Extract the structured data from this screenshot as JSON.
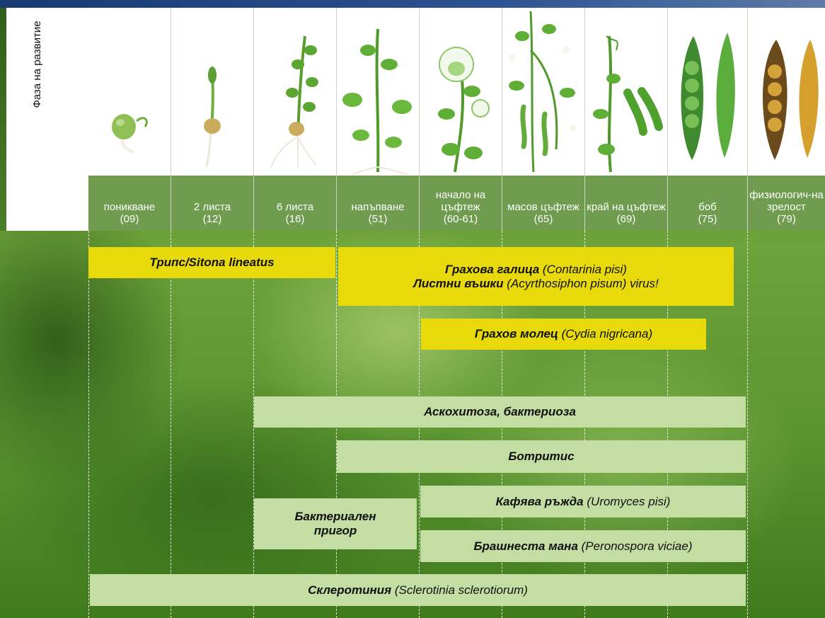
{
  "row_title": "Фаза на развитие",
  "stages": [
    {
      "name": "поникване",
      "code": "(09)"
    },
    {
      "name": "2 листа",
      "code": "(12)"
    },
    {
      "name": "6 листа",
      "code": "(16)"
    },
    {
      "name": "напъпване",
      "code": "(51)"
    },
    {
      "name": "начало на цъфтеж",
      "code": "(60-61)"
    },
    {
      "name": "масов цъфтеж",
      "code": "(65)"
    },
    {
      "name": "край на цъфтеж",
      "code": "(69)"
    },
    {
      "name": "боб",
      "code": "(75)"
    },
    {
      "name": "физиологич-на зрелост",
      "code": "(79)"
    }
  ],
  "pests": {
    "thrips": {
      "bold": "Трипс/Sitona lineatus"
    },
    "pea_midge": {
      "bold": "Грахова галица",
      "normal": "(Contarinia pisi)"
    },
    "aphids": {
      "bold": "Листни въшки",
      "normal": "(Acyrthosiphon pisum) virus!"
    },
    "pea_moth": {
      "bold": "Грахов молец",
      "normal": "(Cydia nigricana)"
    }
  },
  "diseases": {
    "ascochyta": {
      "bold": "Аскохитоза, бактериоза"
    },
    "botrytis": {
      "bold": "Ботритис"
    },
    "rust": {
      "bold": "Кафява ръжда",
      "normal": "(Uromyces pisi)"
    },
    "bacterial_blight": {
      "bold_line1": "Бактериален",
      "bold_line2": "пригор"
    },
    "downy_mildew": {
      "bold": "Брашнеста мана",
      "normal": "(Peronospora viciae)"
    },
    "sclerotinia": {
      "bold": "Склеротиния",
      "normal": "(Sclerotinia sclerotiorum)"
    }
  },
  "colors": {
    "pest_bar": "#e7d90a",
    "disease_bar": "#c3dda2",
    "stage_label_bg": "#6f9c4e",
    "top_bar": "#1f4480"
  }
}
